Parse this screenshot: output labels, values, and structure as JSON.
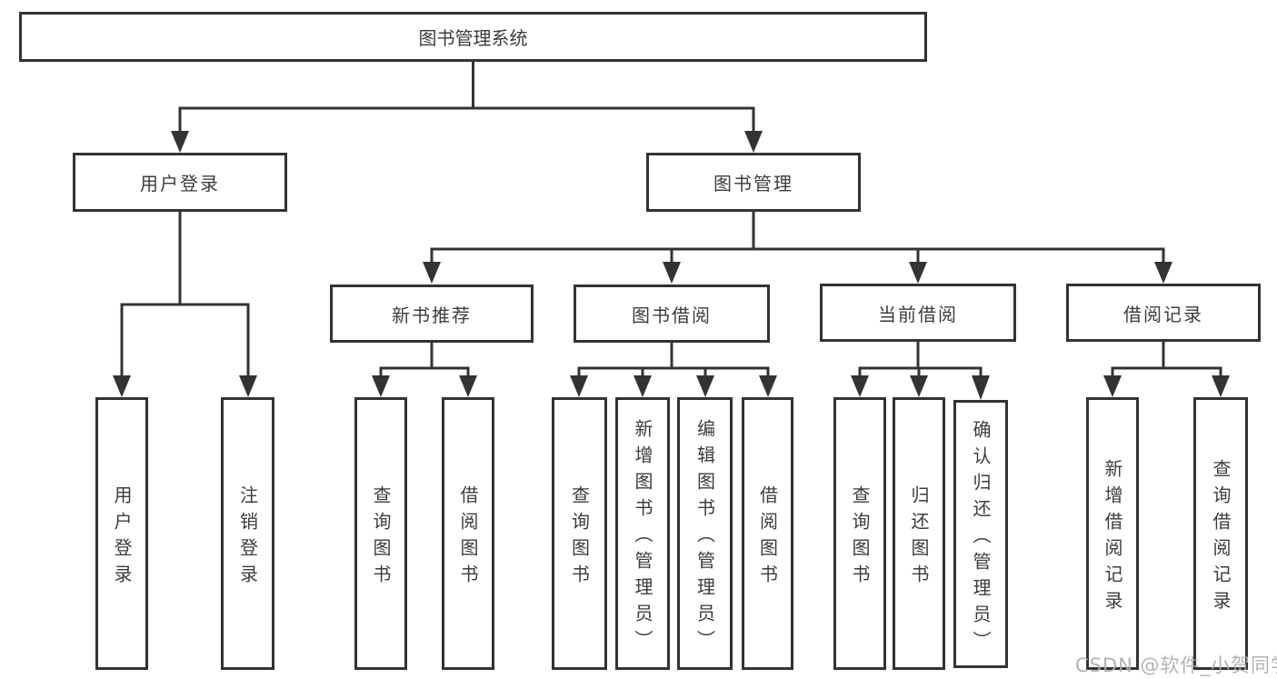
{
  "watermark": "CSDN @软件_小贺同学",
  "colors": {
    "line": "#333333",
    "box_border": "#333333",
    "text": "#3c3c3c",
    "background": "#ffffff",
    "watermark": "#acacac"
  },
  "nodes": {
    "root": "图书管理系统",
    "user_login": "用户登录",
    "book_management": "图书管理",
    "new_book_recommend": "新书推荐",
    "book_borrow": "图书借阅",
    "current_borrow": "当前借阅",
    "borrow_records": "借阅记录",
    "leaf_user_login": "用户登录",
    "leaf_logout": "注销登录",
    "leaf_nb_query_book": "查询图书",
    "leaf_nb_borrow_book": "借阅图书",
    "leaf_bb_query_book": "查询图书",
    "leaf_bb_add_book": "新增图书（管理员）",
    "leaf_bb_edit_book": "编辑图书（管理员）",
    "leaf_bb_borrow_book": "借阅图书",
    "leaf_cb_query_book": "查询图书",
    "leaf_cb_return_book": "归还图书",
    "leaf_cb_confirm_return": "确认归还（管理员）",
    "leaf_br_add_record": "新增借阅记录",
    "leaf_br_query_record": "查询借阅记录"
  }
}
